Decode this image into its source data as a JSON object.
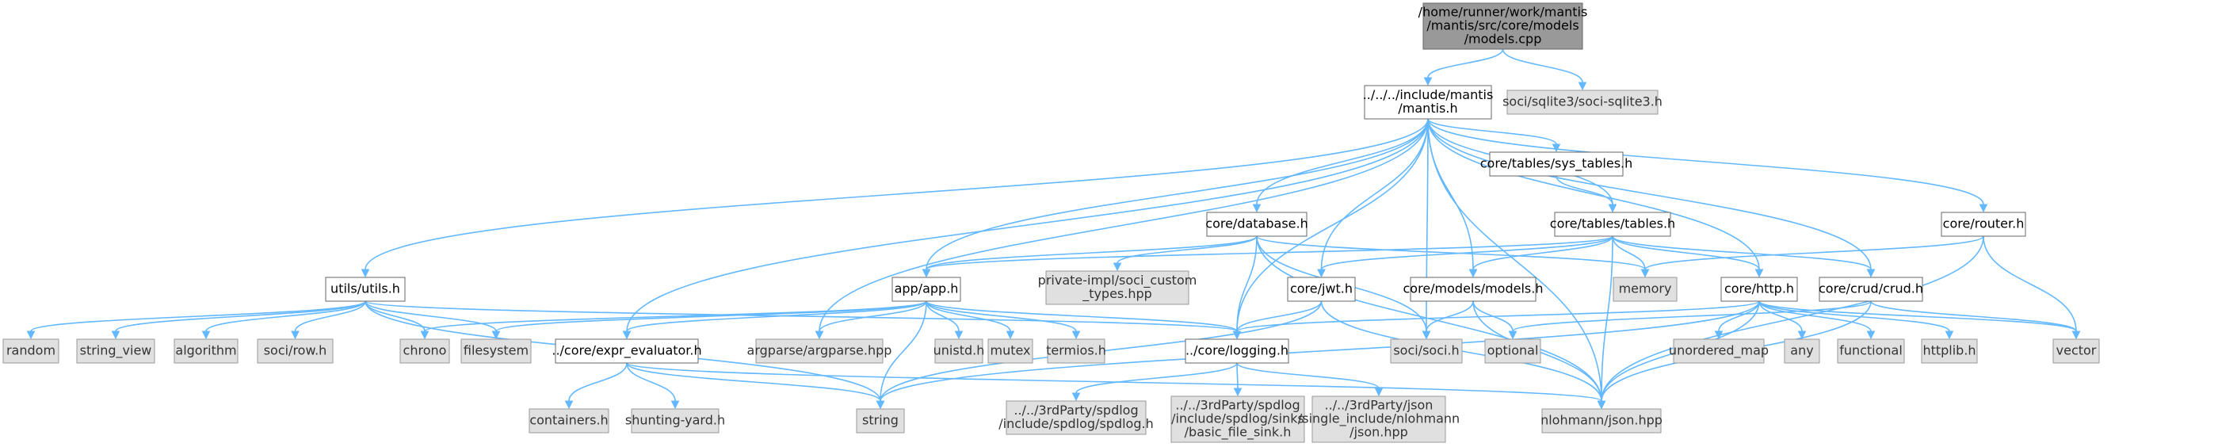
{
  "nodes": {
    "models_cpp": {
      "lines": [
        "/home/runner/work/mantis",
        "/mantis/src/core/models",
        "/models.cpp"
      ],
      "kind": "current"
    },
    "mantis_h": {
      "lines": [
        "../../../include/mantis",
        "/mantis.h"
      ],
      "kind": "file"
    },
    "soci_sqlite3": {
      "lines": [
        "soci/sqlite3/soci-sqlite3.h"
      ],
      "kind": "ext"
    },
    "sys_tables_h": {
      "lines": [
        "core/tables/sys_tables.h"
      ],
      "kind": "file"
    },
    "database_h": {
      "lines": [
        "core/database.h"
      ],
      "kind": "file"
    },
    "tables_h": {
      "lines": [
        "core/tables/tables.h"
      ],
      "kind": "file"
    },
    "router_h": {
      "lines": [
        "core/router.h"
      ],
      "kind": "file"
    },
    "utils_h": {
      "lines": [
        "utils/utils.h"
      ],
      "kind": "file"
    },
    "app_h": {
      "lines": [
        "app/app.h"
      ],
      "kind": "file"
    },
    "soci_custom": {
      "lines": [
        "private-impl/soci_custom",
        "_types.hpp"
      ],
      "kind": "ext"
    },
    "jwt_h": {
      "lines": [
        "core/jwt.h"
      ],
      "kind": "file"
    },
    "models_h": {
      "lines": [
        "core/models/models.h"
      ],
      "kind": "file"
    },
    "memory": {
      "lines": [
        "memory"
      ],
      "kind": "ext"
    },
    "http_h": {
      "lines": [
        "core/http.h"
      ],
      "kind": "file"
    },
    "crud_h": {
      "lines": [
        "core/crud/crud.h"
      ],
      "kind": "file"
    },
    "random": {
      "lines": [
        "random"
      ],
      "kind": "ext"
    },
    "string_view": {
      "lines": [
        "string_view"
      ],
      "kind": "ext"
    },
    "algorithm": {
      "lines": [
        "algorithm"
      ],
      "kind": "ext"
    },
    "soci_row": {
      "lines": [
        "soci/row.h"
      ],
      "kind": "ext"
    },
    "chrono": {
      "lines": [
        "chrono"
      ],
      "kind": "ext"
    },
    "filesystem": {
      "lines": [
        "filesystem"
      ],
      "kind": "ext"
    },
    "expr_eval": {
      "lines": [
        "../core/expr_evaluator.h"
      ],
      "kind": "file"
    },
    "argparse": {
      "lines": [
        "argparse/argparse.hpp"
      ],
      "kind": "ext"
    },
    "unistd": {
      "lines": [
        "unistd.h"
      ],
      "kind": "ext"
    },
    "mutex": {
      "lines": [
        "mutex"
      ],
      "kind": "ext"
    },
    "termios": {
      "lines": [
        "termios.h"
      ],
      "kind": "ext"
    },
    "logging_h": {
      "lines": [
        "../core/logging.h"
      ],
      "kind": "file"
    },
    "soci_h": {
      "lines": [
        "soci/soci.h"
      ],
      "kind": "ext"
    },
    "optional": {
      "lines": [
        "optional"
      ],
      "kind": "ext"
    },
    "unordered_map": {
      "lines": [
        "unordered_map"
      ],
      "kind": "ext"
    },
    "any": {
      "lines": [
        "any"
      ],
      "kind": "ext"
    },
    "functional": {
      "lines": [
        "functional"
      ],
      "kind": "ext"
    },
    "httplib": {
      "lines": [
        "httplib.h"
      ],
      "kind": "ext"
    },
    "vector": {
      "lines": [
        "vector"
      ],
      "kind": "ext"
    },
    "containers": {
      "lines": [
        "containers.h"
      ],
      "kind": "ext"
    },
    "shunting": {
      "lines": [
        "shunting-yard.h"
      ],
      "kind": "ext"
    },
    "string": {
      "lines": [
        "string"
      ],
      "kind": "ext"
    },
    "spdlog": {
      "lines": [
        "../../3rdParty/spdlog",
        "/include/spdlog/spdlog.h"
      ],
      "kind": "ext"
    },
    "spdlog_sink": {
      "lines": [
        "../../3rdParty/spdlog",
        "/include/spdlog/sinks",
        "/basic_file_sink.h"
      ],
      "kind": "ext"
    },
    "json_single": {
      "lines": [
        "../../3rdParty/json",
        "/single_include/nlohmann",
        "/json.hpp"
      ],
      "kind": "ext"
    },
    "nlohmann": {
      "lines": [
        "nlohmann/json.hpp"
      ],
      "kind": "ext"
    }
  },
  "edges": [
    [
      "models_cpp",
      "mantis_h"
    ],
    [
      "models_cpp",
      "soci_sqlite3"
    ],
    [
      "mantis_h",
      "utils_h"
    ],
    [
      "mantis_h",
      "expr_eval"
    ],
    [
      "mantis_h",
      "app_h"
    ],
    [
      "mantis_h",
      "argparse"
    ],
    [
      "mantis_h",
      "logging_h"
    ],
    [
      "mantis_h",
      "database_h"
    ],
    [
      "mantis_h",
      "jwt_h"
    ],
    [
      "mantis_h",
      "soci_h"
    ],
    [
      "mantis_h",
      "models_h"
    ],
    [
      "mantis_h",
      "sys_tables_h"
    ],
    [
      "mantis_h",
      "tables_h"
    ],
    [
      "mantis_h",
      "http_h"
    ],
    [
      "mantis_h",
      "crud_h"
    ],
    [
      "mantis_h",
      "router_h"
    ],
    [
      "mantis_h",
      "nlohmann"
    ],
    [
      "sys_tables_h",
      "tables_h"
    ],
    [
      "database_h",
      "app_h"
    ],
    [
      "database_h",
      "soci_custom"
    ],
    [
      "database_h",
      "memory"
    ],
    [
      "database_h",
      "logging_h"
    ],
    [
      "database_h",
      "soci_h"
    ],
    [
      "database_h",
      "nlohmann"
    ],
    [
      "tables_h",
      "app_h"
    ],
    [
      "tables_h",
      "jwt_h"
    ],
    [
      "tables_h",
      "models_h"
    ],
    [
      "tables_h",
      "memory"
    ],
    [
      "tables_h",
      "http_h"
    ],
    [
      "tables_h",
      "crud_h"
    ],
    [
      "tables_h",
      "nlohmann"
    ],
    [
      "router_h",
      "memory"
    ],
    [
      "router_h",
      "vector"
    ],
    [
      "router_h",
      "nlohmann"
    ],
    [
      "utils_h",
      "random"
    ],
    [
      "utils_h",
      "string_view"
    ],
    [
      "utils_h",
      "algorithm"
    ],
    [
      "utils_h",
      "soci_row"
    ],
    [
      "utils_h",
      "chrono"
    ],
    [
      "utils_h",
      "filesystem"
    ],
    [
      "utils_h",
      "logging_h"
    ],
    [
      "utils_h",
      "string"
    ],
    [
      "app_h",
      "chrono"
    ],
    [
      "app_h",
      "filesystem"
    ],
    [
      "app_h",
      "expr_eval"
    ],
    [
      "app_h",
      "argparse"
    ],
    [
      "app_h",
      "unistd"
    ],
    [
      "app_h",
      "mutex"
    ],
    [
      "app_h",
      "termios"
    ],
    [
      "app_h",
      "logging_h"
    ],
    [
      "app_h",
      "string"
    ],
    [
      "jwt_h",
      "logging_h"
    ],
    [
      "jwt_h",
      "string"
    ],
    [
      "jwt_h",
      "nlohmann"
    ],
    [
      "models_h",
      "soci_h"
    ],
    [
      "models_h",
      "optional"
    ],
    [
      "models_h",
      "nlohmann"
    ],
    [
      "http_h",
      "logging_h"
    ],
    [
      "http_h",
      "unordered_map"
    ],
    [
      "http_h",
      "any"
    ],
    [
      "http_h",
      "functional"
    ],
    [
      "http_h",
      "httplib"
    ],
    [
      "http_h",
      "vector"
    ],
    [
      "http_h",
      "string"
    ],
    [
      "http_h",
      "nlohmann"
    ],
    [
      "crud_h",
      "optional"
    ],
    [
      "crud_h",
      "vector"
    ],
    [
      "crud_h",
      "nlohmann"
    ],
    [
      "expr_eval",
      "containers"
    ],
    [
      "expr_eval",
      "shunting"
    ],
    [
      "expr_eval",
      "string"
    ],
    [
      "expr_eval",
      "nlohmann"
    ],
    [
      "logging_h",
      "spdlog"
    ],
    [
      "logging_h",
      "spdlog_sink"
    ],
    [
      "logging_h",
      "json_single"
    ]
  ]
}
